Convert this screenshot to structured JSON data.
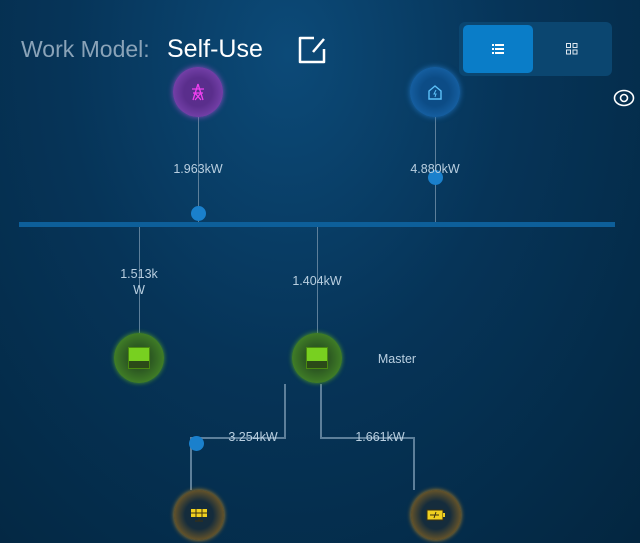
{
  "header": {
    "work_model_label": "Work Model:",
    "work_model_value": "Self-Use"
  },
  "view_toggle": {
    "active": "list"
  },
  "flow": {
    "grid_power": "1.963kW",
    "load_power": "4.880kW",
    "inverter1_power": "1.513k\nW",
    "inverter2_power": "1.404kW",
    "master_label": "Master",
    "pv_power": "3.254kW",
    "battery_power": "1.661kW"
  },
  "colors": {
    "accent": "#0a7dc8",
    "grid": "#8a4fc0",
    "inverter": "#78d020",
    "pv": "#c08820"
  }
}
